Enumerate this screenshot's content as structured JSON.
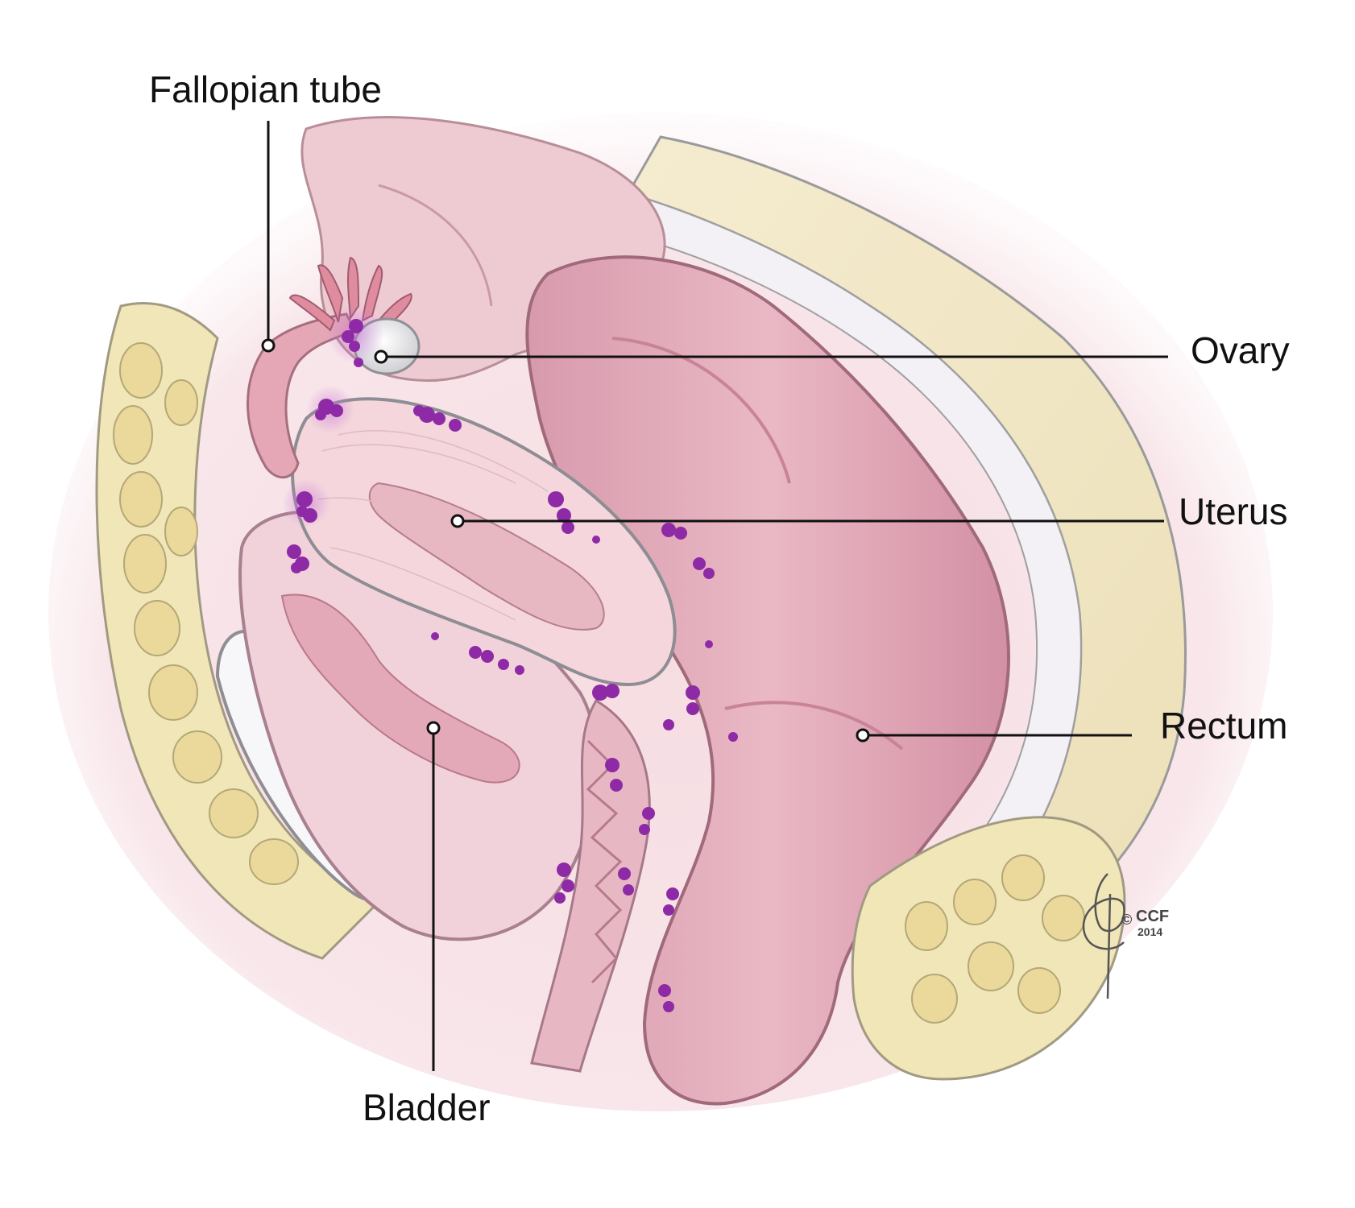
{
  "diagram": {
    "labels": {
      "fallopian_tube": "Fallopian tube",
      "ovary": "Ovary",
      "uterus": "Uterus",
      "rectum": "Rectum",
      "bladder": "Bladder"
    },
    "credit": {
      "copyright": "©",
      "org": "CCF",
      "year": "2014"
    },
    "colors": {
      "lesion": "#8e2aa6",
      "tissue_pink": "#f1c9d1",
      "fat_yellow": "#f1e6b8",
      "leader_line": "#111111"
    }
  }
}
